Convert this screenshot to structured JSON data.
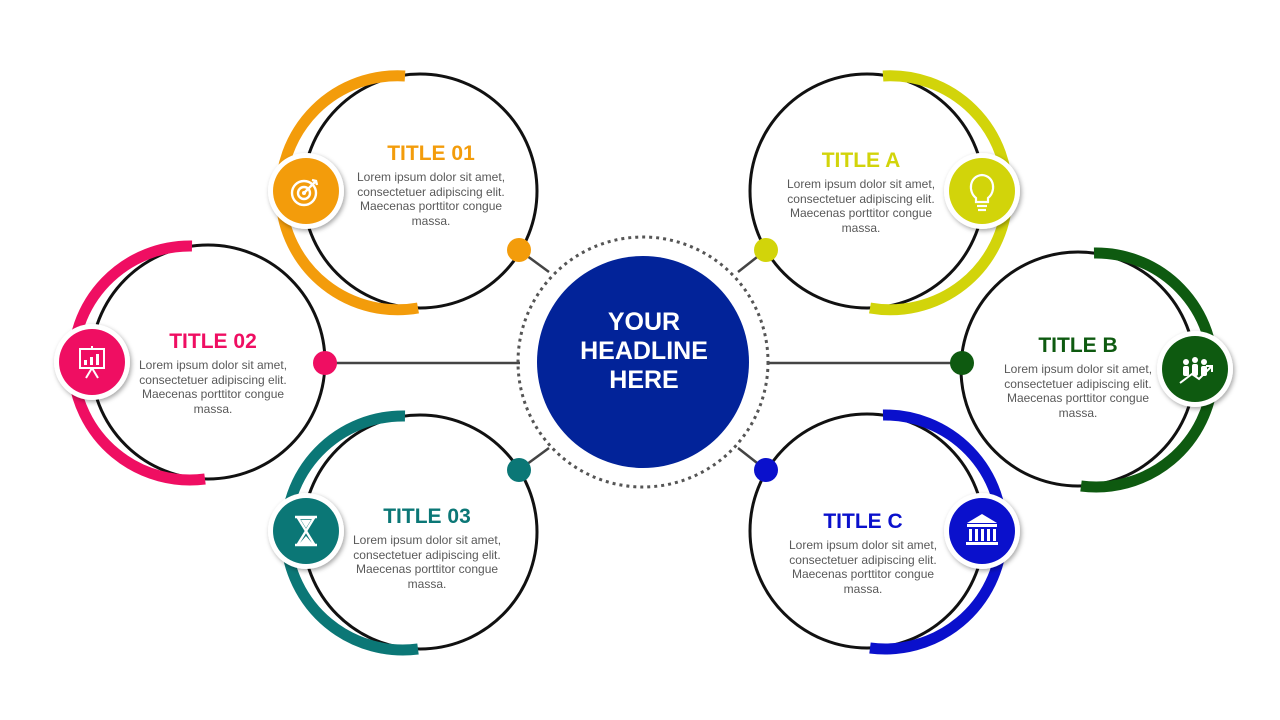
{
  "headline": {
    "line1": "YOUR",
    "line2": "HEADLINE",
    "line3": "HERE",
    "color": "#022399"
  },
  "nodes": [
    {
      "title": "TITLE 01",
      "color": "#f39c0b",
      "icon": "target-icon",
      "body": [
        "Lorem ipsum dolor sit amet,",
        "consectetuer adipiscing elit.",
        "Maecenas porttitor congue",
        "massa."
      ]
    },
    {
      "title": "TITLE 02",
      "color": "#ef0e62",
      "icon": "presentation-chart-icon",
      "body": [
        "Lorem ipsum dolor sit amet,",
        "consectetuer adipiscing elit.",
        "Maecenas porttitor congue",
        "massa."
      ]
    },
    {
      "title": "TITLE 03",
      "color": "#0b7776",
      "icon": "hourglass-icon",
      "body": [
        "Lorem ipsum dolor sit amet,",
        "consectetuer adipiscing elit.",
        "Maecenas porttitor congue",
        "massa."
      ]
    },
    {
      "title": "TITLE A",
      "color": "#d2d40a",
      "icon": "lightbulb-icon",
      "body": [
        "Lorem ipsum dolor sit amet,",
        "consectetuer adipiscing elit.",
        "Maecenas porttitor congue",
        "massa."
      ]
    },
    {
      "title": "TITLE B",
      "color": "#0e5a10",
      "icon": "team-growth-icon",
      "body": [
        "Lorem ipsum dolor sit amet,",
        "consectetuer adipiscing elit.",
        "Maecenas porttitor congue",
        "massa."
      ]
    },
    {
      "title": "TITLE C",
      "color": "#0a10cc",
      "icon": "bank-icon",
      "body": [
        "Lorem ipsum dolor sit amet,",
        "consectetuer adipiscing elit.",
        "Maecenas porttitor congue",
        "massa."
      ]
    }
  ]
}
